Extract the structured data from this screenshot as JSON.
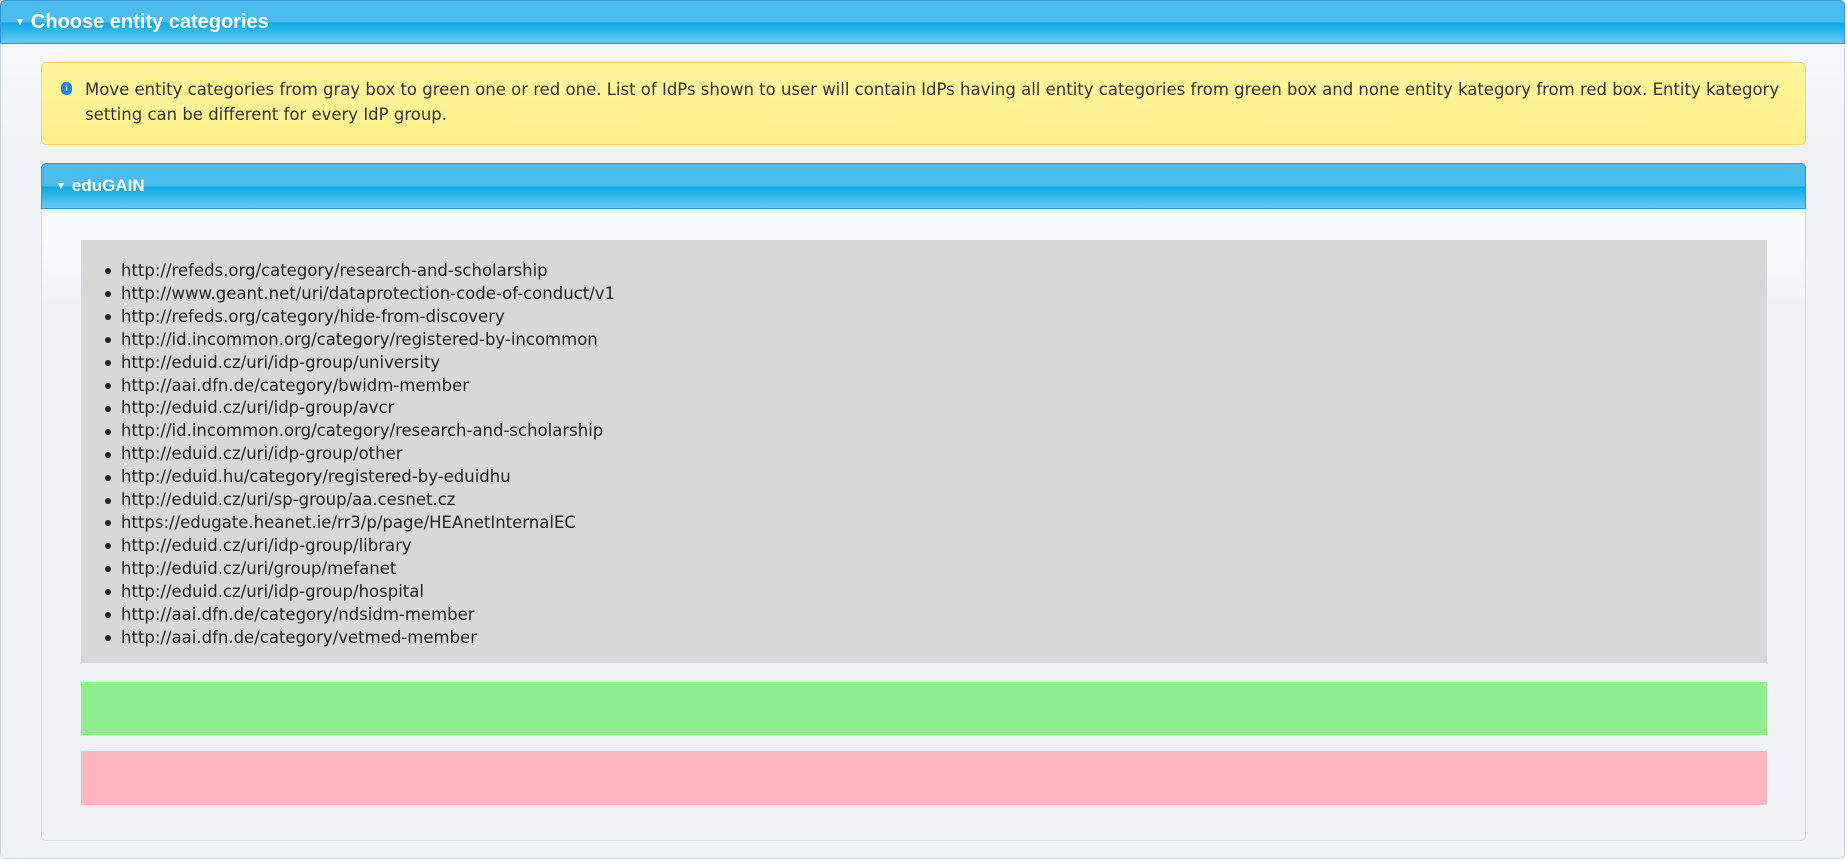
{
  "main_panel": {
    "title": "Choose entity categories"
  },
  "info": {
    "text": "Move entity categories from gray box to green one or red one. List of IdPs shown to user will contain IdPs having all entity categories from green box and none entity kategory from red box. Entity kategory setting can be different for every IdP group.",
    "icon": "info-icon"
  },
  "group_panel": {
    "title": "eduGAIN",
    "available_categories": [
      "http://refeds.org/category/research-and-scholarship",
      "http://www.geant.net/uri/dataprotection-code-of-conduct/v1",
      "http://refeds.org/category/hide-from-discovery",
      "http://id.incommon.org/category/registered-by-incommon",
      "http://eduid.cz/uri/idp-group/university",
      "http://aai.dfn.de/category/bwidm-member",
      "http://eduid.cz/uri/idp-group/avcr",
      "http://id.incommon.org/category/research-and-scholarship",
      "http://eduid.cz/uri/idp-group/other",
      "http://eduid.hu/category/registered-by-eduidhu",
      "http://eduid.cz/uri/sp-group/aa.cesnet.cz",
      "https://edugate.heanet.ie/rr3/p/page/HEAnetInternalEC",
      "http://eduid.cz/uri/idp-group/library",
      "http://eduid.cz/uri/group/mefanet",
      "http://eduid.cz/uri/idp-group/hospital",
      "http://aai.dfn.de/category/ndsidm-member",
      "http://aai.dfn.de/category/vetmed-member"
    ],
    "required_categories": [],
    "excluded_categories": []
  },
  "colors": {
    "header": "#4bbcec",
    "gray_box": "#d8d8d8",
    "green_box": "#90ee90",
    "red_box": "#ffb6c1",
    "info_bg": "#fff39a"
  }
}
